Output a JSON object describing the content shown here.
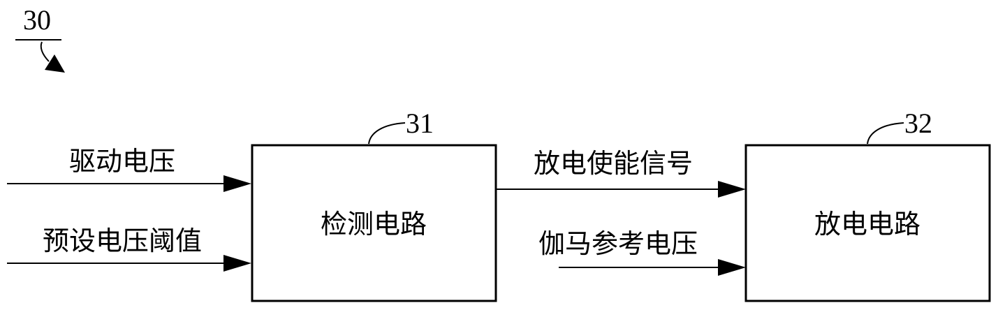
{
  "figure": {
    "label": "30",
    "blocks": {
      "detection": {
        "ref": "31",
        "label": "检测电路"
      },
      "discharge": {
        "ref": "32",
        "label": "放电电路"
      }
    },
    "signals": {
      "drive_voltage": "驱动电压",
      "preset_threshold": "预设电压阈值",
      "discharge_enable": "放电使能信号",
      "gamma_reference": "伽马参考电压"
    }
  }
}
